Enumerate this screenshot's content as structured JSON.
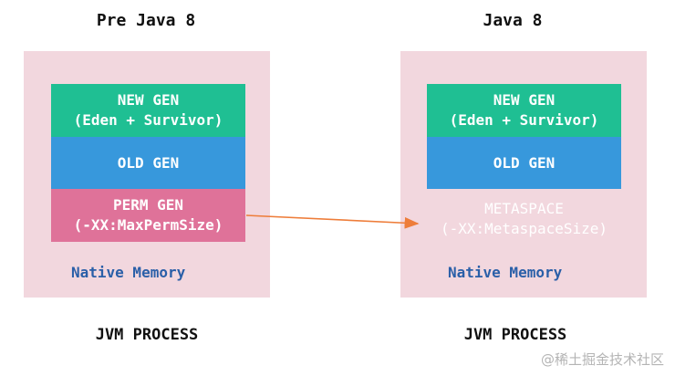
{
  "left": {
    "title": "Pre Java 8",
    "new_gen": {
      "line1": "NEW GEN",
      "line2": "(Eden + Survivor)"
    },
    "old_gen": "OLD GEN",
    "perm_gen": {
      "line1": "PERM GEN",
      "line2": "(-XX:MaxPermSize)"
    },
    "native_memory": "Native Memory",
    "process_label": "JVM PROCESS"
  },
  "right": {
    "title": "Java 8",
    "new_gen": {
      "line1": "NEW GEN",
      "line2": "(Eden + Survivor)"
    },
    "old_gen": "OLD GEN",
    "metaspace": {
      "line1": "METASPACE",
      "line2": "(-XX:MetaspaceSize)"
    },
    "native_memory": "Native Memory",
    "process_label": "JVM PROCESS"
  },
  "watermark": "@稀土掘金技术社区",
  "colors": {
    "panel": "#f2d7de",
    "new_gen": "#1fbf93",
    "old_gen": "#3798dc",
    "perm_gen": "#df7299",
    "arrow": "#ee7d3a",
    "native_text": "#2a5fa8"
  }
}
